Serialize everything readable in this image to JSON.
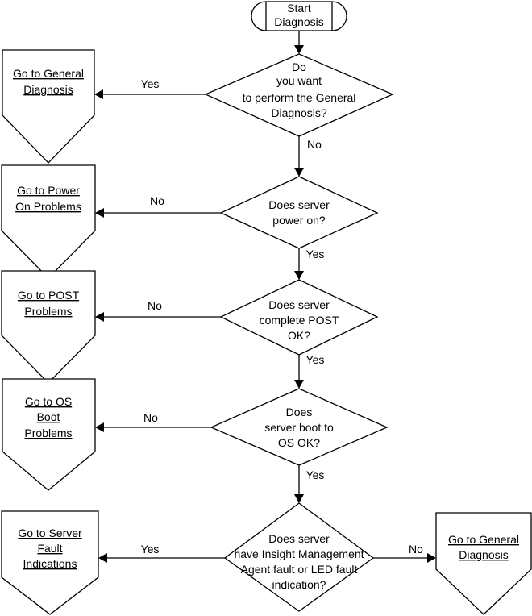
{
  "start": {
    "line1": "Start",
    "line2": "Diagnosis"
  },
  "decisions": {
    "general": [
      "Do",
      "you want",
      "to perform the General",
      "Diagnosis?"
    ],
    "power": [
      "Does server",
      "power on?"
    ],
    "post": [
      "Does server",
      "complete POST",
      "OK?"
    ],
    "boot": [
      "Does",
      "server boot to",
      "OS OK?"
    ],
    "fault": [
      "Does server",
      "have Insight Management",
      "Agent fault or LED fault",
      "indication?"
    ]
  },
  "offpage": {
    "general_top": [
      "Go to General",
      "Diagnosis"
    ],
    "power": [
      "Go to Power",
      "On Problems"
    ],
    "post": [
      "Go to POST",
      "Problems"
    ],
    "os_boot": [
      "Go to OS",
      "Boot",
      "Problems"
    ],
    "server_fault": [
      "Go to Server",
      "Fault",
      "Indications"
    ],
    "general_bottom": [
      "Go to General",
      "Diagnosis"
    ]
  },
  "edges": {
    "general_yes": "Yes",
    "general_no": "No",
    "power_no": "No",
    "power_yes": "Yes",
    "post_no": "No",
    "post_yes": "Yes",
    "boot_no": "No",
    "boot_yes": "Yes",
    "fault_yes": "Yes",
    "fault_no": "No"
  }
}
